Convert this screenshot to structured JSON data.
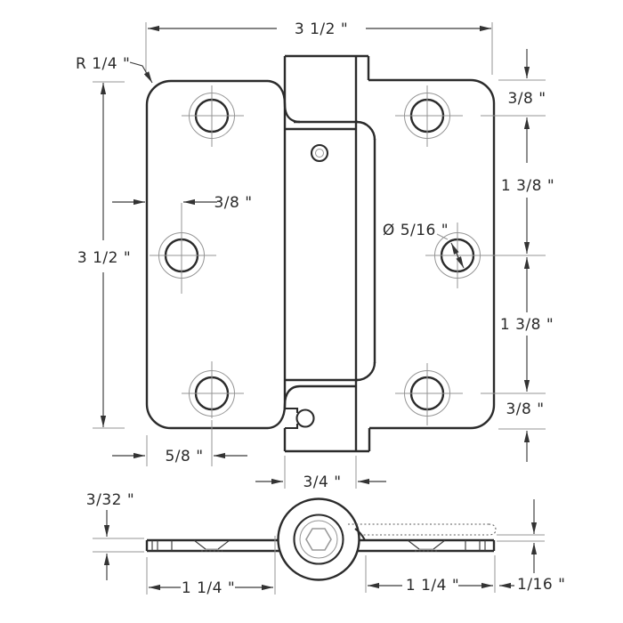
{
  "drawing": {
    "title": "spring-hinge-technical-drawing",
    "views": {
      "front_view": "hinge face with six screw holes, spring barrel and tension pin notch",
      "side_view": "hinge profile with knuckle circle, hex socket and phantom leaf position"
    },
    "labels": {
      "top_width": "3 1/2 \"",
      "corner_radius": "R 1/4 \"",
      "left_height": "3 1/2 \"",
      "hole_inset": "3/8 \"",
      "hole_diameter": "Ø 5/16 \"",
      "right_top_margin": "3/8 \"",
      "right_upper_spacing": "1 3/8 \"",
      "right_lower_spacing": "1 3/8 \"",
      "right_bottom_margin": "3/8 \"",
      "bottom_hole_inset": "5/8 \"",
      "barrel_width": "3/4 \"",
      "leaf_thickness": "3/32 \"",
      "left_leaf_length": "1 1/4 \"",
      "right_leaf_length": "1 1/4 \"",
      "leaf_offset": "1/16 \""
    },
    "colors": {
      "background": "#ffffff",
      "outline": "#2b2b2b",
      "dimension": "#3a3a3a",
      "construction": "#949494"
    }
  }
}
